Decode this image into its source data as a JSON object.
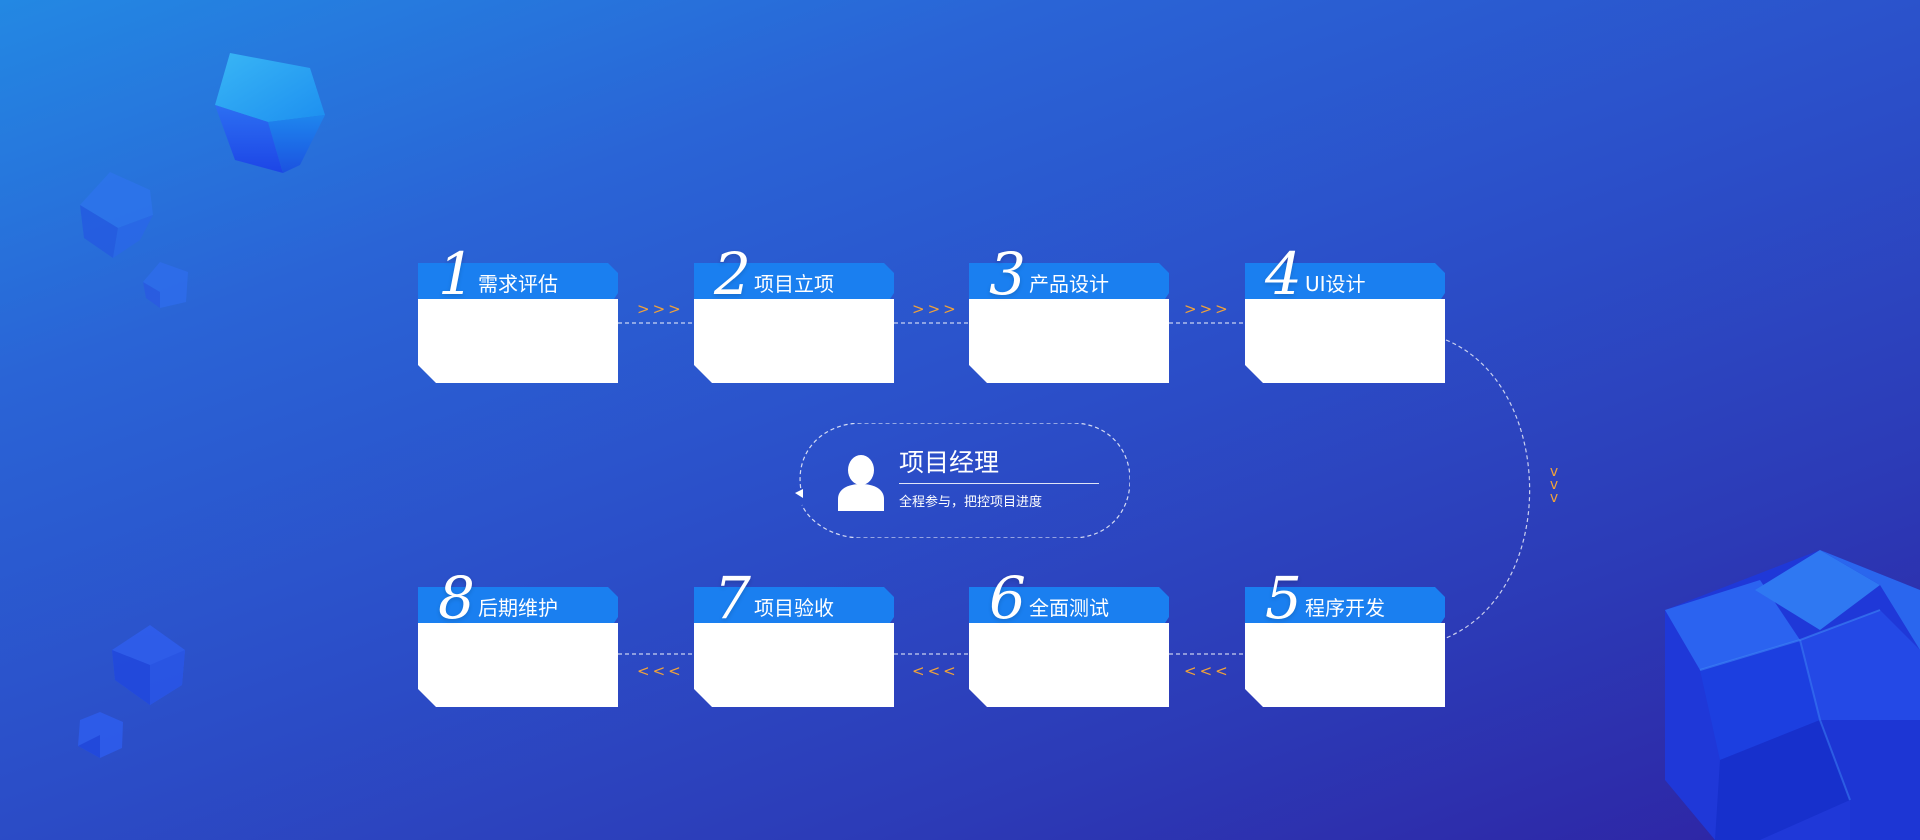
{
  "steps": [
    {
      "num": "1",
      "label": "需求评估"
    },
    {
      "num": "2",
      "label": "项目立项"
    },
    {
      "num": "3",
      "label": "产品设计"
    },
    {
      "num": "4",
      "label": "UI设计"
    },
    {
      "num": "5",
      "label": "程序开发"
    },
    {
      "num": "6",
      "label": "全面测试"
    },
    {
      "num": "7",
      "label": "项目验收"
    },
    {
      "num": "8",
      "label": "后期维护"
    }
  ],
  "manager": {
    "title": "项目经理",
    "subtitle": "全程参与，把控项目进度",
    "icon": "person-icon"
  },
  "connectors": {
    "forward": ">>>",
    "backward": "<<<",
    "down": "v"
  },
  "colors": {
    "background_start": "#2388e3",
    "background_end": "#2e22a2",
    "card_header": "#1a7ff0",
    "card_body": "#ffffff",
    "arrow_accent": "#f0a23a",
    "cube": "#1f5ef5"
  }
}
